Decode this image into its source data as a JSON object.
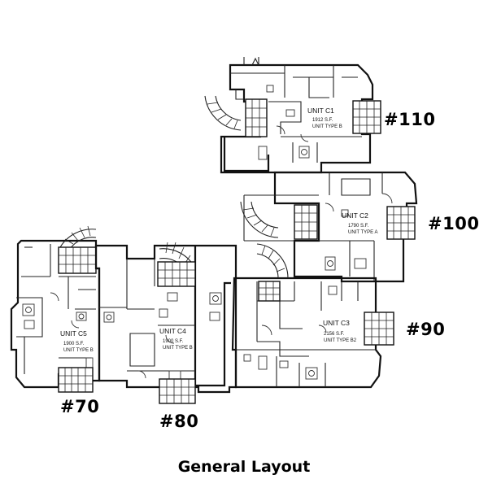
{
  "units": [
    {
      "id": "c1",
      "name": "UNIT C1",
      "sf": "1912 S.F.",
      "type": "UNIT TYPE B",
      "lot": "#110"
    },
    {
      "id": "c2",
      "name": "UNIT C2",
      "sf": "1790 S.F.",
      "type": "UNIT TYPE A",
      "lot": "#100"
    },
    {
      "id": "c3",
      "name": "UNIT C3",
      "sf": "2156 S.F.",
      "type": "UNIT TYPE B2",
      "lot": "#90"
    },
    {
      "id": "c4",
      "name": "UNIT C4",
      "sf": "1900 S.F.",
      "type": "UNIT TYPE B",
      "lot": "#80"
    },
    {
      "id": "c5",
      "name": "UNIT C5",
      "sf": "1900 S.F.",
      "type": "UNIT TYPE B",
      "lot": "#70"
    }
  ],
  "caption": "General Layout"
}
